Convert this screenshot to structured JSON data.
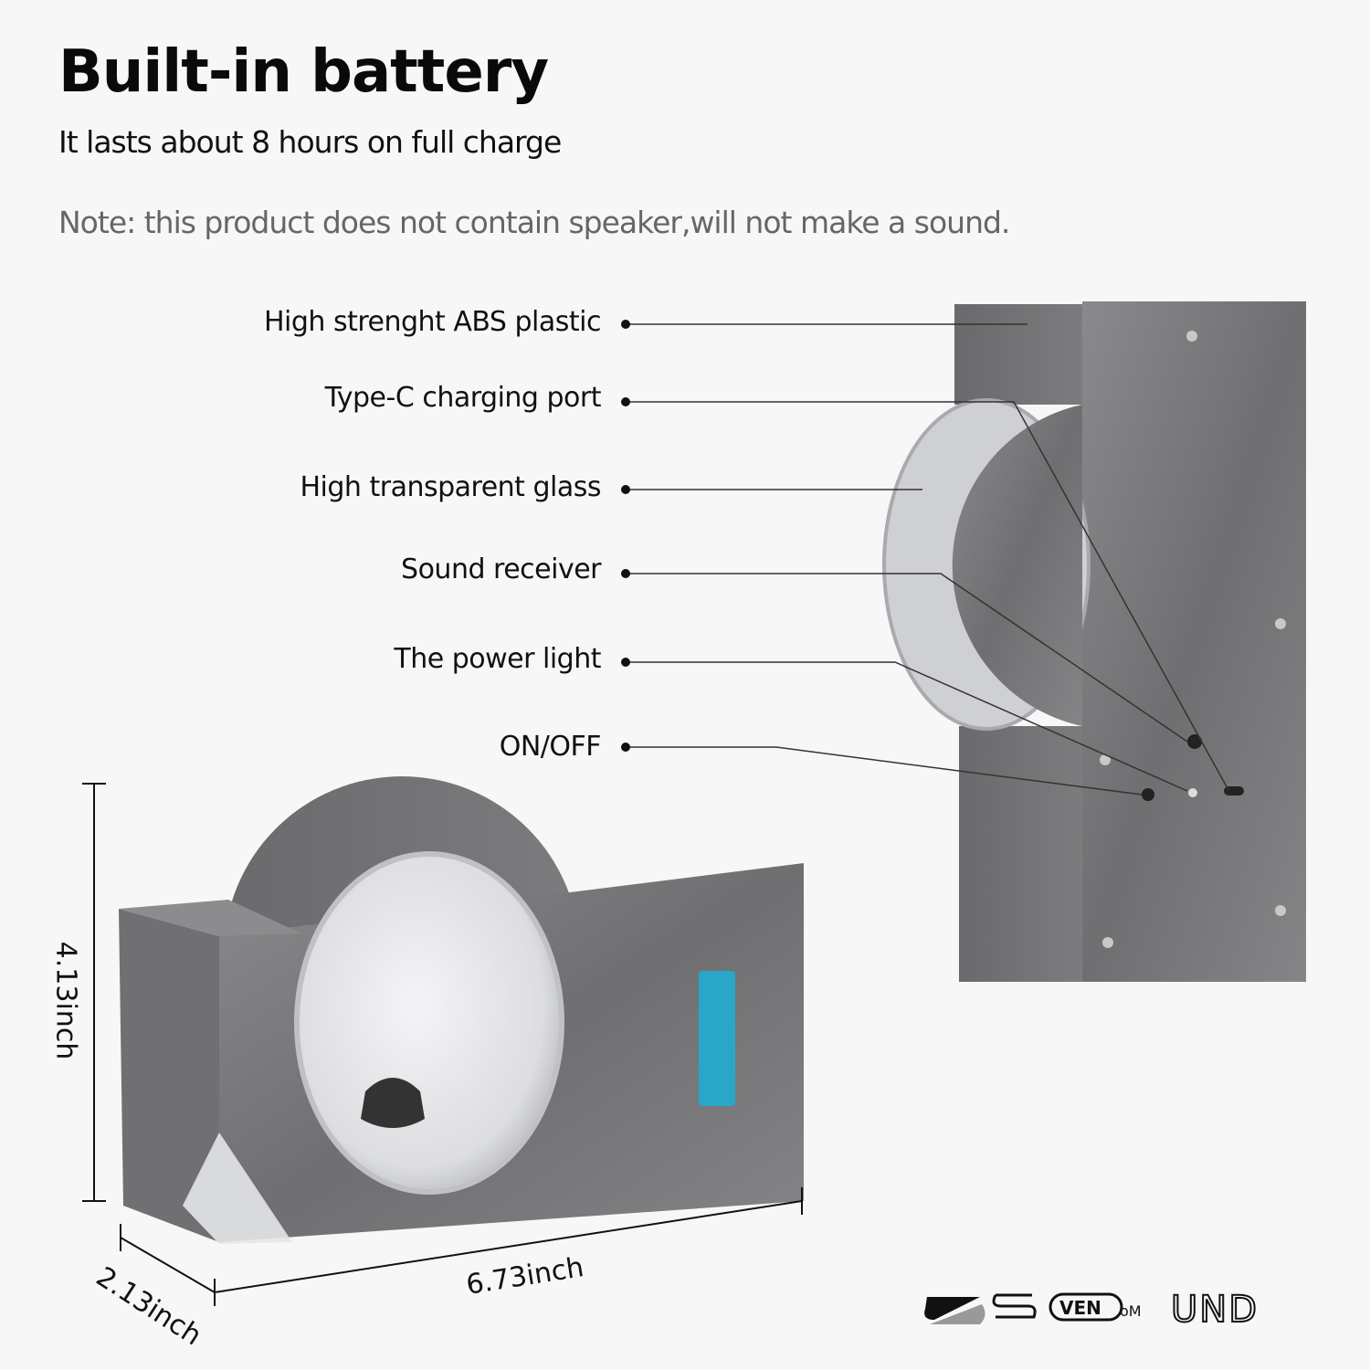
{
  "header": {
    "title": "Built-in battery",
    "subtitle": "It lasts about 8 hours on full charge",
    "note": "Note:  this product does not contain speaker,will not make a sound."
  },
  "callouts": [
    {
      "label": "High strenght ABS plastic"
    },
    {
      "label": "Type-C charging port"
    },
    {
      "label": "High transparent glass"
    },
    {
      "label": "Sound receiver"
    },
    {
      "label": "The power light"
    },
    {
      "label": "ON/OFF"
    }
  ],
  "dimensions": {
    "height": "4.13inch",
    "width": "6.73inch",
    "depth": "2.13inch"
  },
  "brand": {
    "logo_text": "SVENOMUND",
    "colors": {
      "wood": "#7d7d7f",
      "accent_badge": "#2aa6c9",
      "background": "#f8f7f8"
    }
  }
}
